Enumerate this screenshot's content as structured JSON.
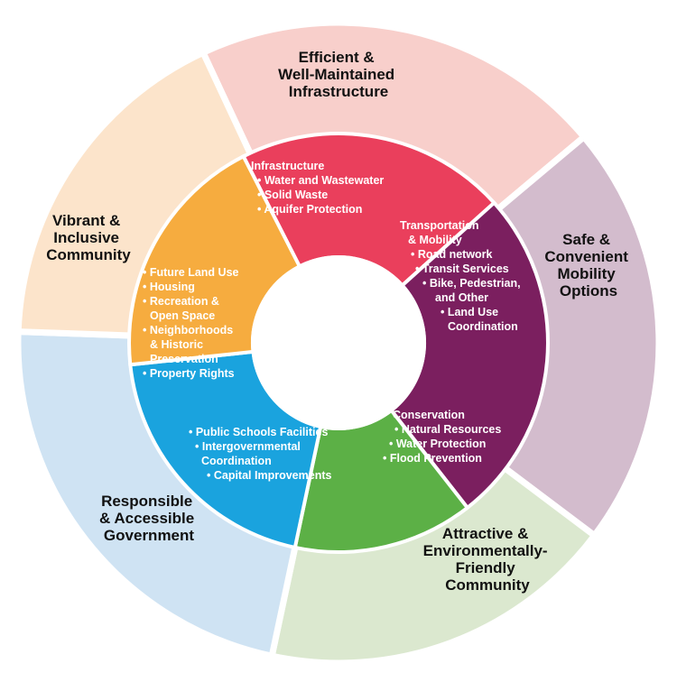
{
  "outer_ring": [
    {
      "id": "infrastructure-goal",
      "color": "#f8cfcb",
      "lines": [
        "Efficient &",
        "Well-Maintained",
        "Infrastructure"
      ]
    },
    {
      "id": "mobility-goal",
      "color": "#d3bccd",
      "lines": [
        "Safe &",
        "Convenient",
        "Mobility",
        "Options"
      ]
    },
    {
      "id": "environment-goal",
      "color": "#dbe8cf",
      "lines": [
        "Attractive &",
        "Environmentally-",
        "Friendly",
        "Community"
      ]
    },
    {
      "id": "government-goal",
      "color": "#cfe3f3",
      "lines": [
        "Responsible",
        "& Accessible",
        "Government"
      ]
    },
    {
      "id": "community-goal",
      "color": "#fce4cb",
      "lines": [
        "Vibrant &",
        "Inclusive",
        "Community"
      ]
    }
  ],
  "inner_ring": [
    {
      "id": "infrastructure-element",
      "color": "#ea3f5c",
      "lines": [
        "Infrastructure",
        "• Water and Wastewater",
        "• Solid Waste",
        "• Aquifer Protection"
      ]
    },
    {
      "id": "transportation-element",
      "color": "#7b1f5f",
      "lines": [
        "Transportation",
        "& Mobility",
        "• Road network",
        "• Transit Services",
        "• Bike, Pedestrian,",
        "and Other",
        "• Land Use",
        "Coordination"
      ]
    },
    {
      "id": "conservation-element",
      "color": "#5cb046",
      "lines": [
        "Conservation",
        "• Natural Resources",
        "• Water Protection",
        "• Flood Prevention"
      ]
    },
    {
      "id": "government-element",
      "color": "#1aa3de",
      "lines": [
        "• Public Schools Facilities",
        "• Intergovernmental",
        "Coordination",
        "• Capital Improvements"
      ]
    },
    {
      "id": "land-use-element",
      "color": "#f6ac3f",
      "lines": [
        "• Future Land Use",
        "• Housing",
        "• Recreation &",
        "Open Space",
        "• Neighborhoods",
        "& Historic",
        "Preservation",
        "• Property Rights"
      ]
    }
  ]
}
